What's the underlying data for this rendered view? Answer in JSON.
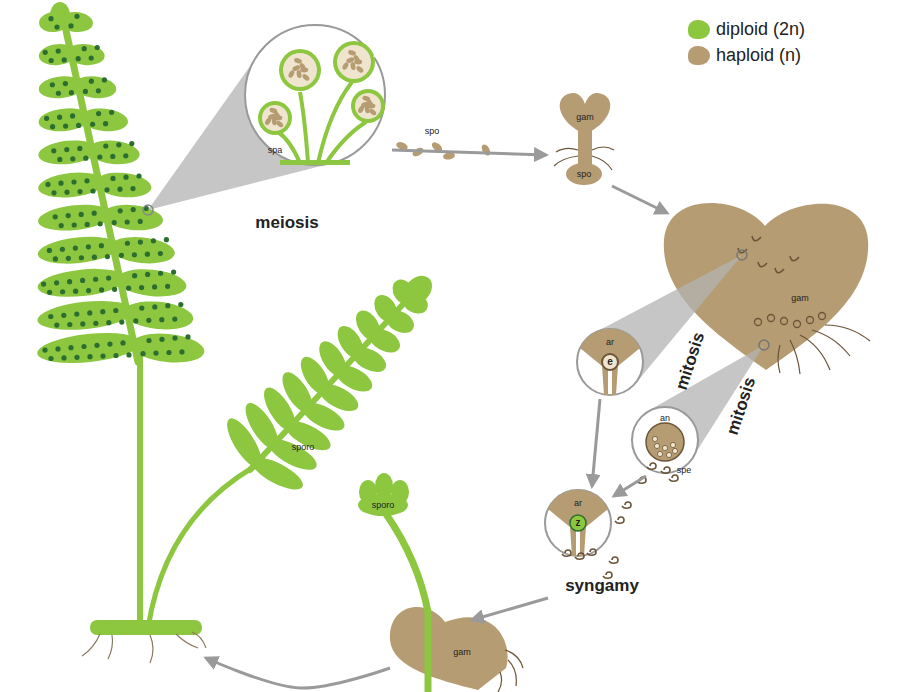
{
  "diagram": {
    "nodes": [
      {
        "text": [
          "sporo"
        ]
      },
      {
        "text": [
          "spa",
          "meiosis"
        ]
      },
      {
        "text": [
          "gam",
          "spo"
        ]
      },
      {
        "text": [
          "gam"
        ]
      },
      {
        "text": [
          "ar",
          "e",
          "mitosis"
        ]
      },
      {
        "text": [
          "an",
          "spe",
          "mitosis"
        ]
      },
      {
        "text": [
          "ar",
          "z",
          "syngamy"
        ]
      },
      {
        "text": [
          "sporo",
          "gam"
        ]
      }
    ],
    "edges": [
      {
        "from": 1,
        "to": 2,
        "arrow": "to"
      },
      {
        "from": 2,
        "to": 3,
        "arrow": "to"
      },
      {
        "from": 4,
        "to": 6,
        "arrow": "to"
      },
      {
        "from": 5,
        "to": 6,
        "arrow": "to"
      },
      {
        "from": 6,
        "to": 7,
        "arrow": "to"
      },
      {
        "from": 7,
        "to": 0,
        "arrow": "to"
      }
    ],
    "labels": [
      "spo"
    ],
    "legend": [
      {
        "text": "diploid (2n)",
        "color": "#8dc63f"
      },
      {
        "text": "haploid (n)",
        "color": "#b69c72"
      }
    ]
  }
}
